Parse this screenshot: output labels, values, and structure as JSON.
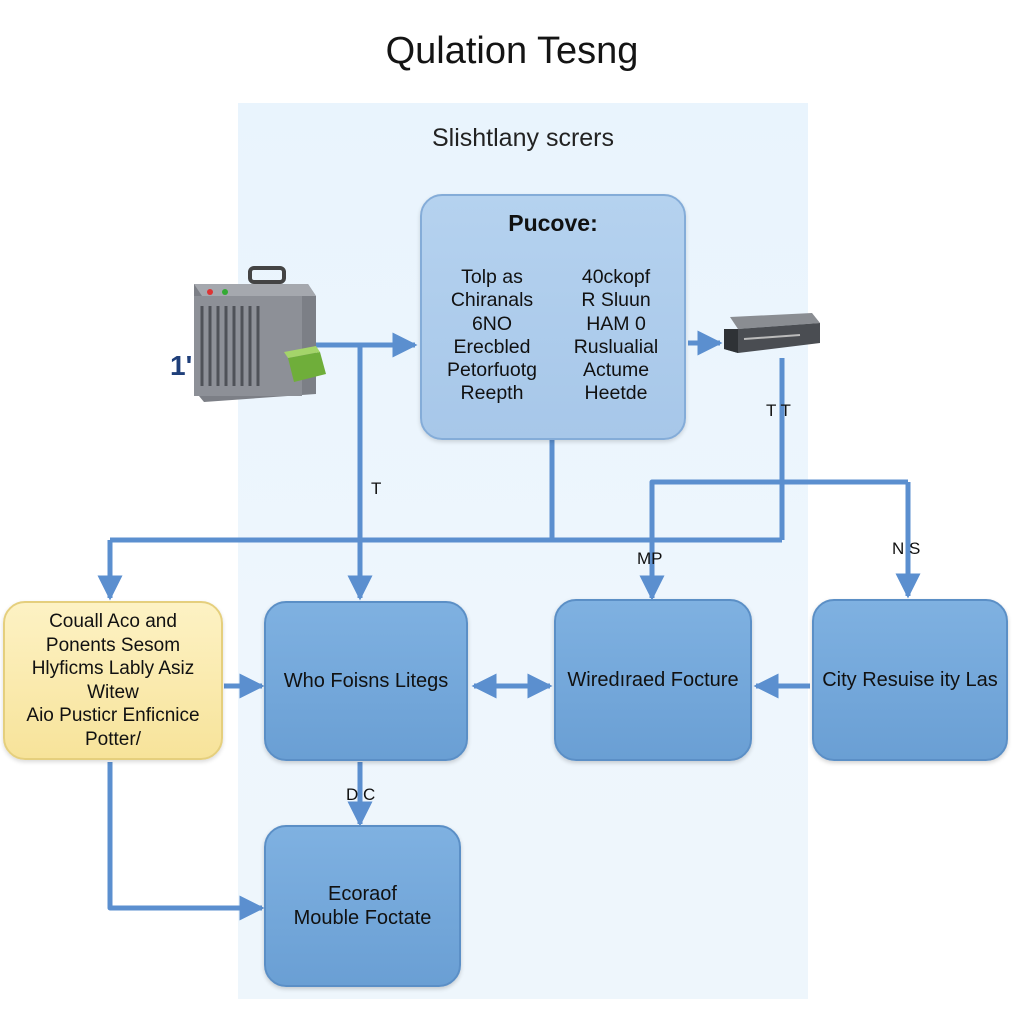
{
  "title": "Qulation Tesng",
  "subtitle": "Slishtlany scrers",
  "devices": {
    "left_label": "1'"
  },
  "central_box": {
    "title": "Pucove:",
    "left_column": [
      "Tolp as",
      "Chiranals",
      "6NO",
      "Erecbled",
      "Petorfuotg",
      "Reepth"
    ],
    "right_column": [
      "40ckopf",
      "R Sluun",
      "HAM 0",
      "Ruslualial",
      "Actume",
      "Heetde"
    ]
  },
  "boxes": {
    "yellow_lines": [
      "Couall Aco and",
      "Ponents Sesom",
      "Hlyficms Lably Asiz",
      "Witew",
      "Aio Pusticr Enficnice",
      "Potter/"
    ],
    "who": "Who Foisns Litegs",
    "wiredraed": "Wiredıraed Focture",
    "city": "City Resuise ity Las",
    "ecoraof_lines": [
      "Ecoraof",
      "Mouble Foctate"
    ]
  },
  "labels": {
    "t_mid": "T",
    "t_right": "T T",
    "mp": "MP",
    "ns": "N S",
    "dc": "D C"
  },
  "colors": {
    "wire": "#5b8fcf",
    "box_blue": "#74a8dc",
    "box_yellow": "#fbeaa9",
    "panel": "#ebf5fd"
  }
}
